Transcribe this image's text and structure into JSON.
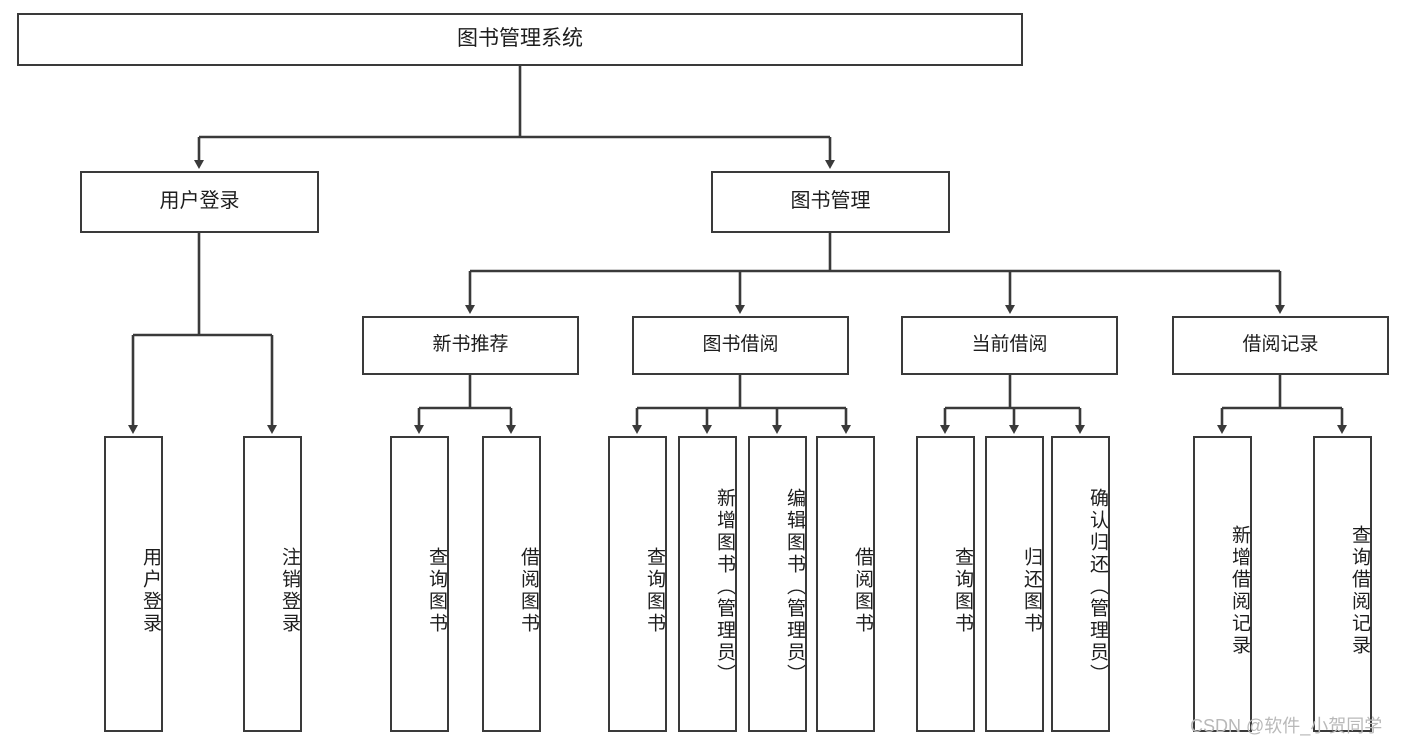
{
  "diagram": {
    "title": "图书管理系统",
    "type": "functional-structure-tree",
    "root": {
      "label": "图书管理系统"
    },
    "level1": [
      {
        "label": "用户登录"
      },
      {
        "label": "图书管理"
      }
    ],
    "level2": [
      {
        "label": "新书推荐"
      },
      {
        "label": "图书借阅"
      },
      {
        "label": "当前借阅"
      },
      {
        "label": "借阅记录"
      }
    ],
    "leaves": [
      {
        "label": "用户登录",
        "parent": "用户登录"
      },
      {
        "label": "注销登录",
        "parent": "用户登录"
      },
      {
        "label": "查询图书",
        "parent": "新书推荐"
      },
      {
        "label": "借阅图书",
        "parent": "新书推荐"
      },
      {
        "label": "查询图书",
        "parent": "图书借阅"
      },
      {
        "label": "新增图书（管理员）",
        "parent": "图书借阅"
      },
      {
        "label": "编辑图书（管理员）",
        "parent": "图书借阅"
      },
      {
        "label": "借阅图书",
        "parent": "图书借阅"
      },
      {
        "label": "查询图书",
        "parent": "当前借阅"
      },
      {
        "label": "归还图书",
        "parent": "当前借阅"
      },
      {
        "label": "确认归还（管理员）",
        "parent": "当前借阅"
      },
      {
        "label": "新增借阅记录",
        "parent": "借阅记录"
      },
      {
        "label": "查询借阅记录",
        "parent": "借阅记录"
      }
    ],
    "watermark": "CSDN @软件_小贺同学",
    "colors": {
      "stroke": "#3a3a3a",
      "fill": "#ffffff",
      "text": "#1d1d1d",
      "watermark": "#b9b9b9"
    }
  }
}
